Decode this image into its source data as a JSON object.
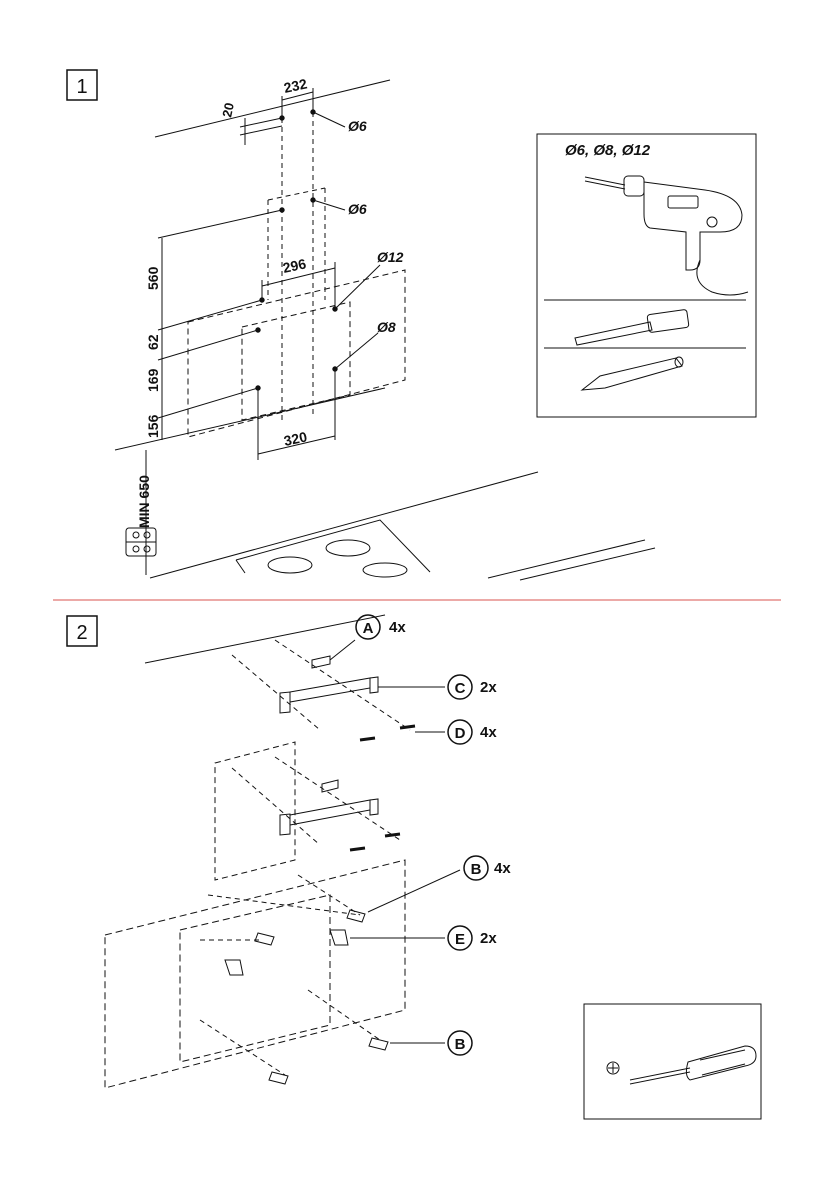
{
  "step1": {
    "number": "1",
    "dims": {
      "d232": "232",
      "d20": "20",
      "d296": "296",
      "d560": "560",
      "d62": "62",
      "d169": "169",
      "d156": "156",
      "d320": "320",
      "min650": "MIN 650"
    },
    "holes": {
      "h6a": "Ø6",
      "h6b": "Ø6",
      "h12": "Ø12",
      "h8": "Ø8"
    },
    "tools_label": "Ø6, Ø8, Ø12"
  },
  "step2": {
    "number": "2",
    "parts": [
      {
        "letter": "A",
        "qty": "4x"
      },
      {
        "letter": "C",
        "qty": "2x"
      },
      {
        "letter": "D",
        "qty": "4x"
      },
      {
        "letter": "B",
        "qty": "4x"
      },
      {
        "letter": "E",
        "qty": "2x"
      },
      {
        "letter": "B",
        "qty": ""
      }
    ]
  },
  "colors": {
    "line": "#111111",
    "separator": "#d9534f"
  }
}
